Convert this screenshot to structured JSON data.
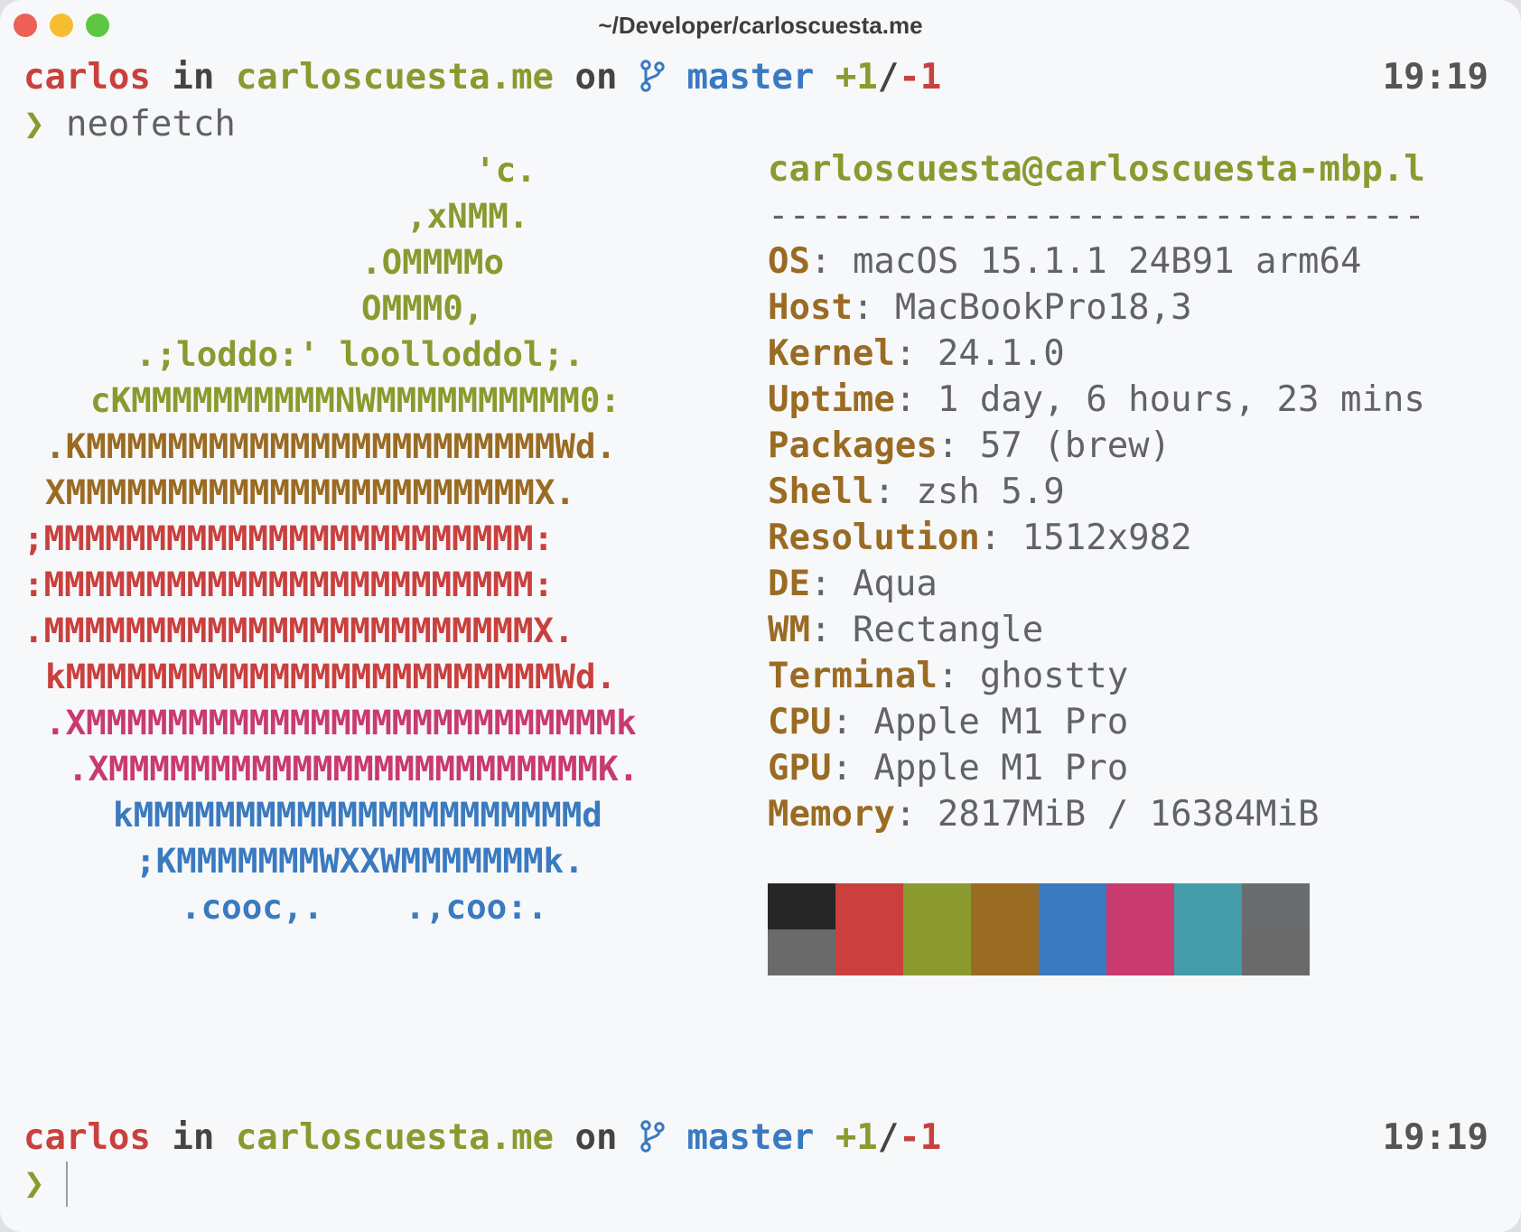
{
  "window": {
    "title": "~/Developer/carloscuesta.me"
  },
  "prompt": {
    "user": "carlos",
    "in_word": "in",
    "directory": "carloscuesta.me",
    "on_word": "on",
    "branch_icon": "git-branch-icon",
    "branch": "master",
    "plus": "+1",
    "slash": "/",
    "minus": "-1",
    "time": "19:19",
    "symbol": "❯"
  },
  "command": "neofetch",
  "logo": [
    {
      "text": "'c.",
      "color": "#8b9a2f"
    },
    {
      "text": ",xNMM.",
      "color": "#8b9a2f"
    },
    {
      "text": ".OMMMMo",
      "color": "#8b9a2f"
    },
    {
      "text": "OMMM0,",
      "color": "#8b9a2f"
    },
    {
      "text": ".;loddo:' loolloddol;.",
      "color": "#8b9a2f"
    },
    {
      "text": "cKMMMMMMMMMMNWMMMMMMMMMM0:",
      "color": "#8b9a2f"
    },
    {
      "text": ".KMMMMMMMMMMMMMMMMMMMMMMMWd.",
      "color": "#9a6b23"
    },
    {
      "text": "XMMMMMMMMMMMMMMMMMMMMMMMX.",
      "color": "#9a6b23"
    },
    {
      "text": ";MMMMMMMMMMMMMMMMMMMMMMMM:",
      "color": "#c9403e"
    },
    {
      "text": ":MMMMMMMMMMMMMMMMMMMMMMMM:",
      "color": "#c9403e"
    },
    {
      "text": ".MMMMMMMMMMMMMMMMMMMMMMMMX.",
      "color": "#c9403e"
    },
    {
      "text": "kMMMMMMMMMMMMMMMMMMMMMMMMWd.",
      "color": "#c9403e"
    },
    {
      "text": ".XMMMMMMMMMMMMMMMMMMMMMMMMMMk",
      "color": "#c93a6e"
    },
    {
      "text": ".XMMMMMMMMMMMMMMMMMMMMMMMMK.",
      "color": "#c93a6e"
    },
    {
      "text": "kMMMMMMMMMMMMMMMMMMMMMMd",
      "color": "#3a7ac0"
    },
    {
      "text": ";KMMMMMMMWXXWMMMMMMMk.",
      "color": "#3a7ac0"
    },
    {
      "text": ".cooc,.    .,coo:.",
      "color": "#3a7ac0"
    }
  ],
  "info": {
    "user_host": "carloscuesta@carloscuesta-mbp.l",
    "separator": "-------------------------------",
    "rows": [
      {
        "key": "OS",
        "value": "macOS 15.1.1 24B91 arm64"
      },
      {
        "key": "Host",
        "value": "MacBookPro18,3"
      },
      {
        "key": "Kernel",
        "value": "24.1.0"
      },
      {
        "key": "Uptime",
        "value": "1 day, 6 hours, 23 mins"
      },
      {
        "key": "Packages",
        "value": "57 (brew)"
      },
      {
        "key": "Shell",
        "value": "zsh 5.9"
      },
      {
        "key": "Resolution",
        "value": "1512x982"
      },
      {
        "key": "DE",
        "value": "Aqua"
      },
      {
        "key": "WM",
        "value": "Rectangle"
      },
      {
        "key": "Terminal",
        "value": "ghostty"
      },
      {
        "key": "CPU",
        "value": "Apple M1 Pro"
      },
      {
        "key": "GPU",
        "value": "Apple M1 Pro"
      },
      {
        "key": "Memory",
        "value": "2817MiB / 16384MiB"
      }
    ]
  },
  "palette": {
    "top": [
      "#262626",
      "#c9403e",
      "#8b9a2f",
      "#9a6b23",
      "#3a7ac0",
      "#c93a6e",
      "#459ca9",
      "#6a6d70"
    ],
    "bottom": [
      "#6a6a6a",
      "#c9403e",
      "#8b9a2f",
      "#9a6b23",
      "#3a7ac0",
      "#c93a6e",
      "#459ca9",
      "#6a6a6a"
    ]
  }
}
